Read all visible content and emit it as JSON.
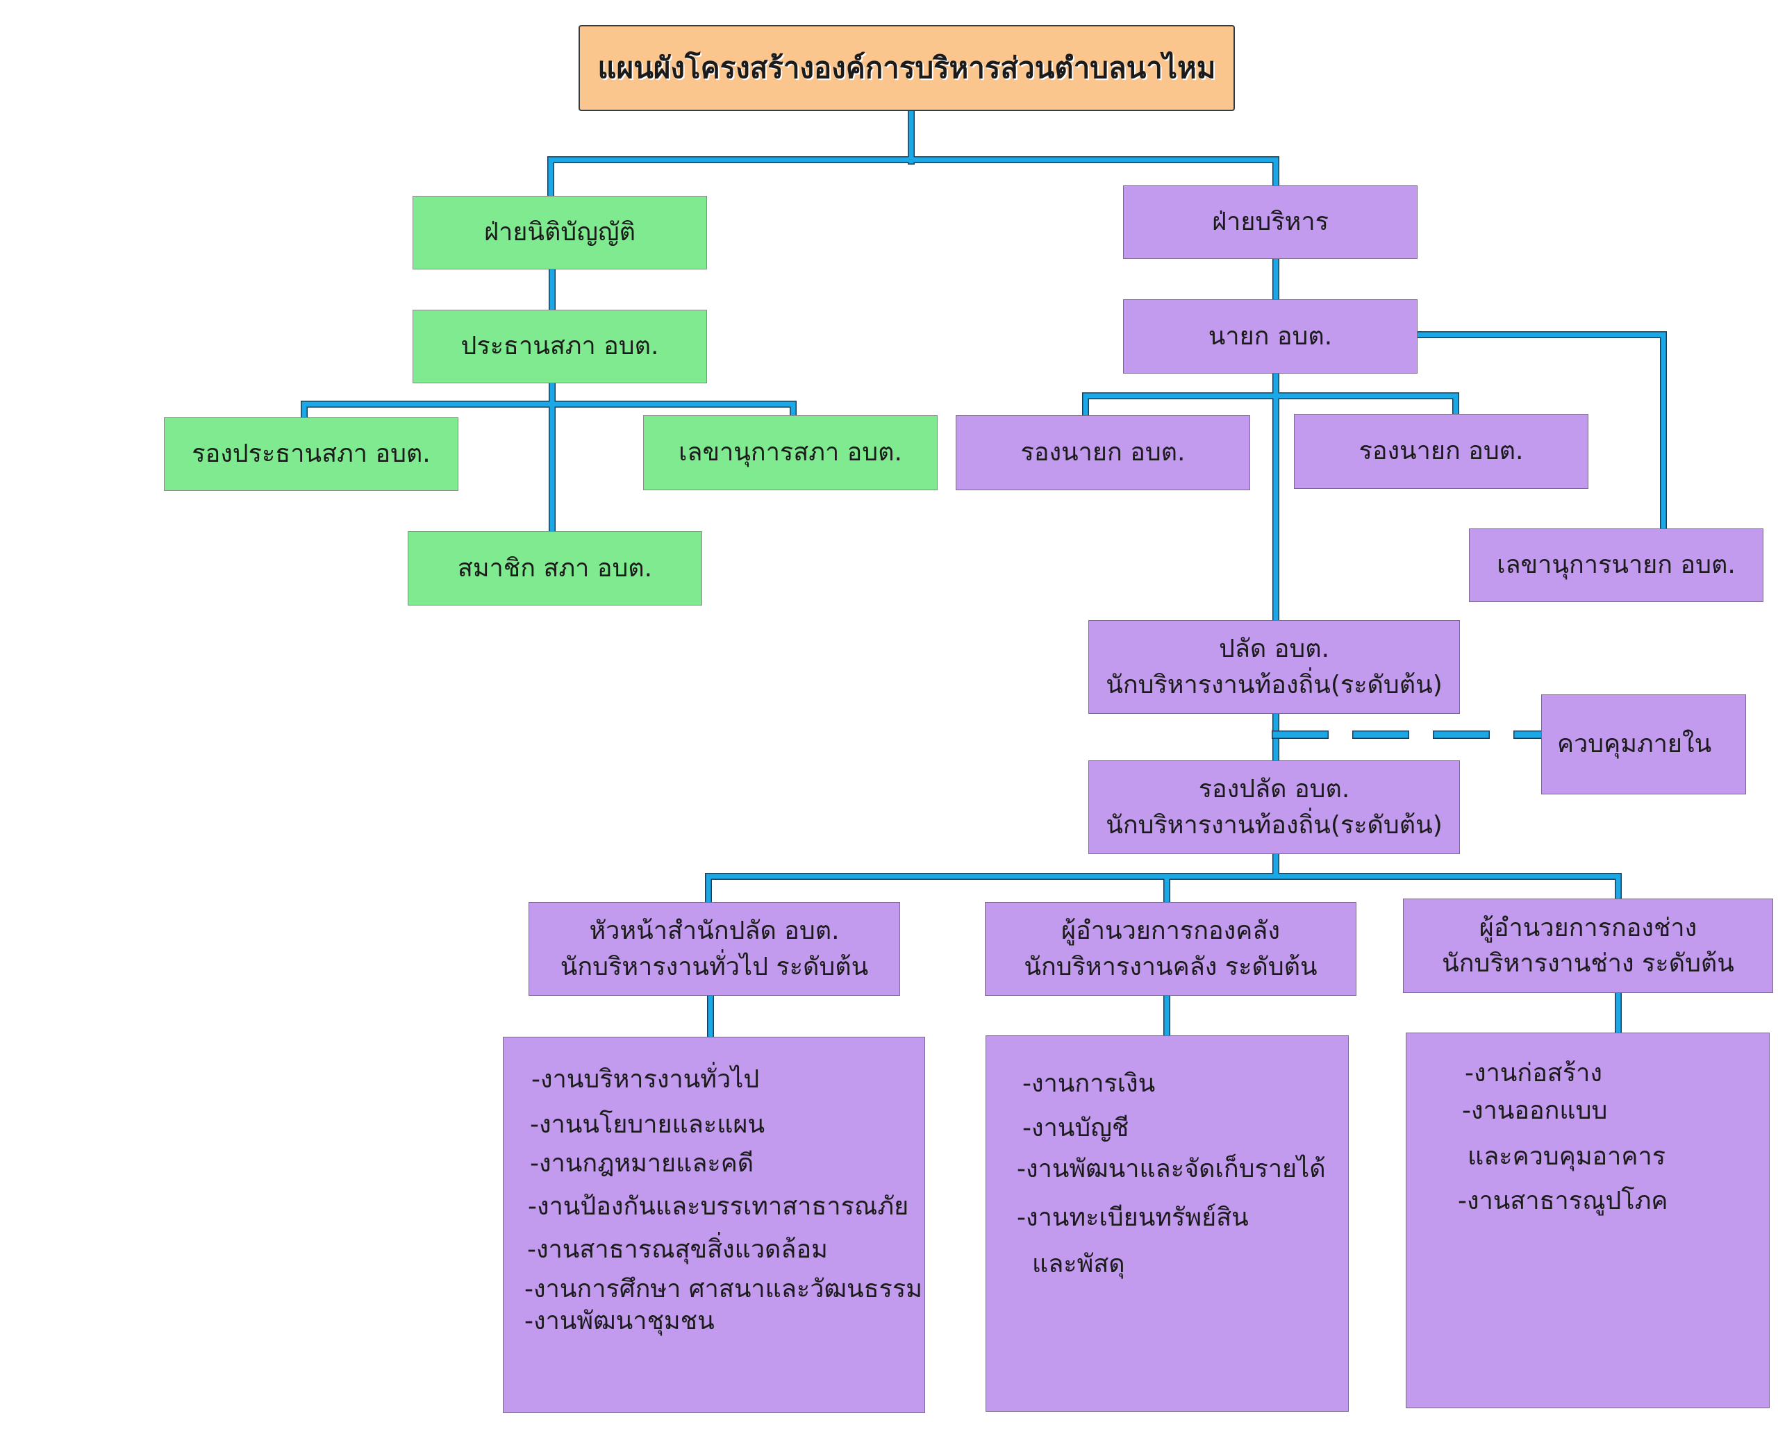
{
  "colors": {
    "connector": "#1aa8e6",
    "connector_edge": "#1c3d55",
    "legislative_fill": "#80ea90",
    "executive_fill": "#c29aee",
    "title_fill": "#fbc58e"
  },
  "title": "แผนผังโครงสร้างองค์การบริหารส่วนตำบลนาไหม",
  "legislative": {
    "head": "ฝ่ายนิติบัญญัติ",
    "council_president": "ประธานสภา อบต.",
    "vice_president": "รองประธานสภา อบต.",
    "secretary": "เลขานุการสภา อบต.",
    "members": "สมาชิก สภา อบต."
  },
  "executive": {
    "head": "ฝ่ายบริหาร",
    "mayor": "นายก อบต.",
    "deputy_1": "รองนายก อบต.",
    "deputy_2": "รองนายก อบต.",
    "mayor_secretary": "เลขานุการนายก อบต.",
    "clerk": {
      "line1": "ปลัด อบต.",
      "line2": "นักบริหารงานท้องถิ่น(ระดับต้น)"
    },
    "internal_control": "ควบคุมภายใน",
    "deputy_clerk": {
      "line1": "รองปลัด อบต.",
      "line2": "นักบริหารงานท้องถิ่น(ระดับต้น)"
    }
  },
  "divisions": [
    {
      "line1": "หัวหน้าสำนักปลัด อบต.",
      "line2": "นักบริหารงานทั่วไป ระดับต้น",
      "tasks": [
        "-งานบริหารงานทั่วไป",
        "-งานนโยบายและแผน",
        "-งานกฎหมายและคดี",
        "-งานป้องกันและบรรเทาสาธารณภัย",
        "-งานสาธารณสุขสิ่งแวดล้อม",
        "-งานการศึกษา ศาสนาและวัฒนธรรม",
        "-งานพัฒนาชุมชน"
      ]
    },
    {
      "line1": "ผู้อำนวยการกองคลัง",
      "line2": "นักบริหารงานคลัง ระดับต้น",
      "tasks": [
        "-งานการเงิน",
        "-งานบัญชี",
        "-งานพัฒนาและจัดเก็บรายได้",
        "-งานทะเบียนทรัพย์สิน",
        "และพัสดุ"
      ]
    },
    {
      "line1": "ผู้อำนวยการกองช่าง",
      "line2": "นักบริหารงานช่าง ระดับต้น",
      "tasks": [
        "-งานก่อสร้าง",
        "-งานออกแบบ",
        "และควบคุมอาคาร",
        "-งานสาธารณูปโภค"
      ]
    }
  ]
}
